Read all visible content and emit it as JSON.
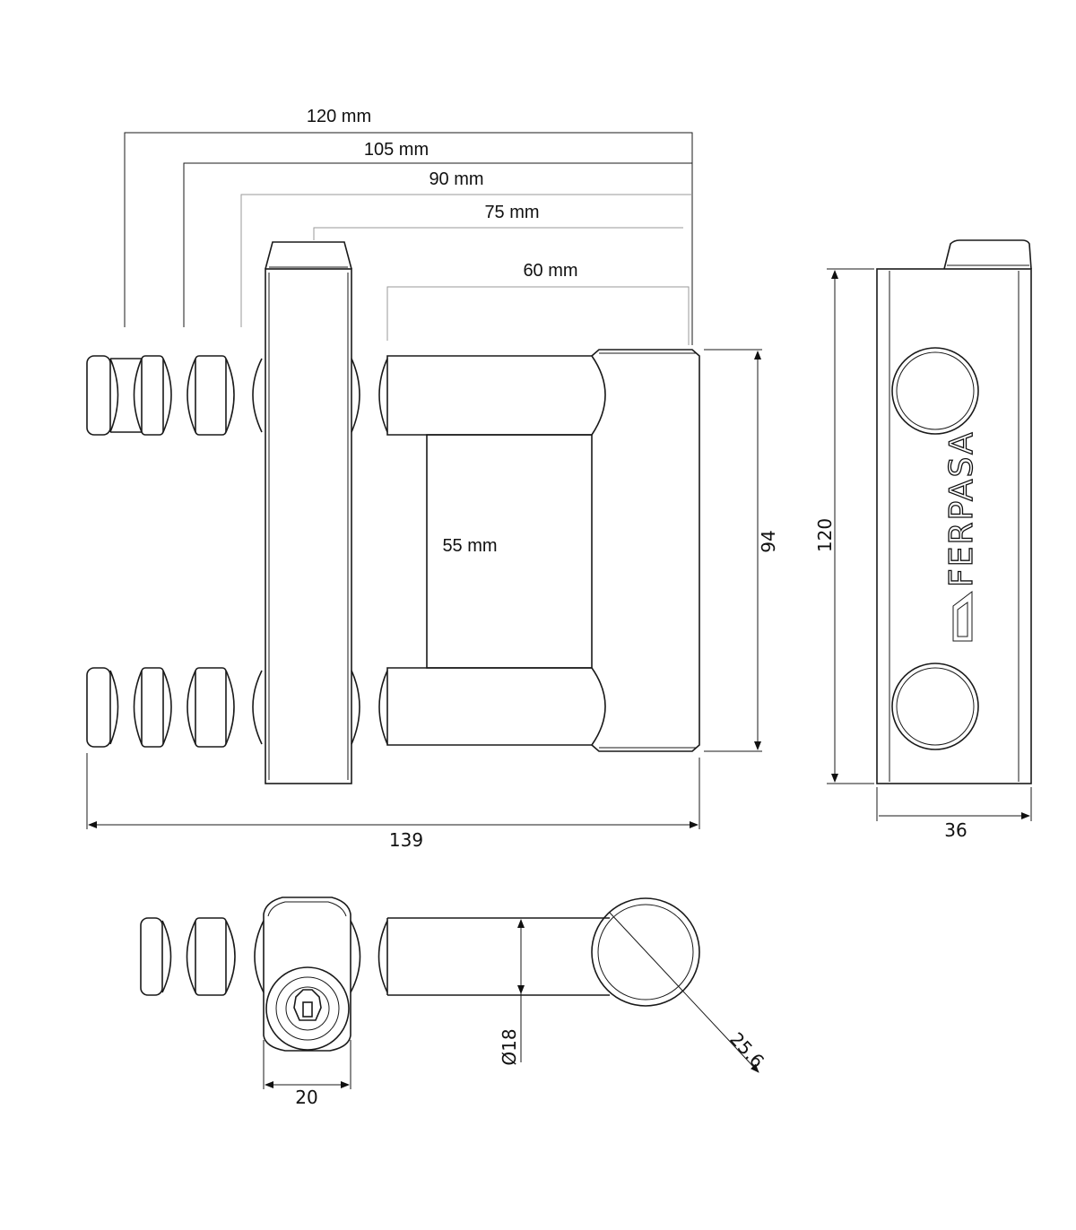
{
  "dimensions": {
    "d120mm": "120 mm",
    "d105mm": "105 mm",
    "d90mm": "90 mm",
    "d75mm": "75 mm",
    "d60mm": "60 mm",
    "d55mm": "55 mm",
    "height94": "94",
    "width139": "139",
    "height120": "120",
    "width36": "36",
    "width20": "20",
    "diam18": "Ø18",
    "diam256": "25.6"
  },
  "brand": {
    "name": "FERPASA"
  }
}
